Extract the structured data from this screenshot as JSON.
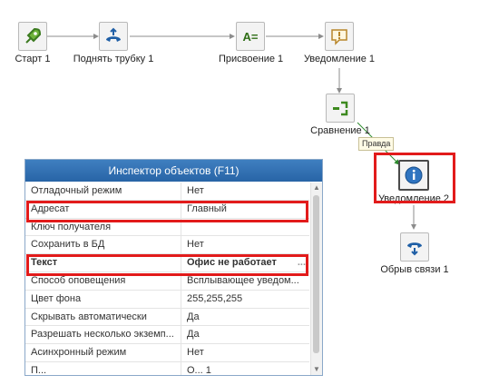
{
  "nodes": {
    "start": "Старт 1",
    "pickup": "Поднять трубку 1",
    "assign": "Присвоение 1",
    "notify1": "Уведомление 1",
    "compare": "Сравнение 1",
    "notify2": "Уведомление 2",
    "hangup": "Обрыв связи 1"
  },
  "edge_label": "Правда",
  "icons": {
    "start": "rocket-icon",
    "pickup": "phone-pickup-icon",
    "assign": "assign-icon",
    "notify1": "speech-bubble-icon",
    "compare": "compare-icon",
    "notify2": "info-icon",
    "hangup": "phone-hangup-icon"
  },
  "inspector": {
    "title": "Инспектор объектов (F11)",
    "rows": [
      {
        "key": "Отладочный режим",
        "value": "Нет"
      },
      {
        "key": "Адресат",
        "value": "Главный"
      },
      {
        "key": "Ключ получателя",
        "value": ""
      },
      {
        "key": "Сохранить в БД",
        "value": "Нет"
      },
      {
        "key": "Текст",
        "value": "Офис не работает"
      },
      {
        "key": "Способ оповещения",
        "value": "Всплывающее уведом..."
      },
      {
        "key": "Цвет фона",
        "value": "255,255,255"
      },
      {
        "key": "Скрывать автоматически",
        "value": "Да"
      },
      {
        "key": "Разрешать несколько экземп...",
        "value": "Да"
      },
      {
        "key": "Асинхронный режим",
        "value": "Нет"
      },
      {
        "key": "П...",
        "value": "О...   1"
      }
    ],
    "ellipsis": "..."
  },
  "colors": {
    "highlight": "#e21b1b",
    "title_bar": "#2f6fb1",
    "connector": "#8c8c8c"
  }
}
